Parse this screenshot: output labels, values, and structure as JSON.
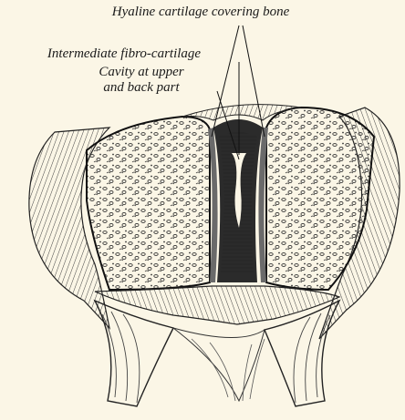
{
  "labels": {
    "hyaline": "Hyaline cartilage covering bone",
    "fibro": "Intermediate fibro-cartilage",
    "cavity_line1": "Cavity at upper",
    "cavity_line2": "and back part"
  },
  "colors": {
    "paper": "#fbf6e6",
    "ink": "#1a1a1a",
    "cartilage_dark": "#2b2b2b"
  }
}
